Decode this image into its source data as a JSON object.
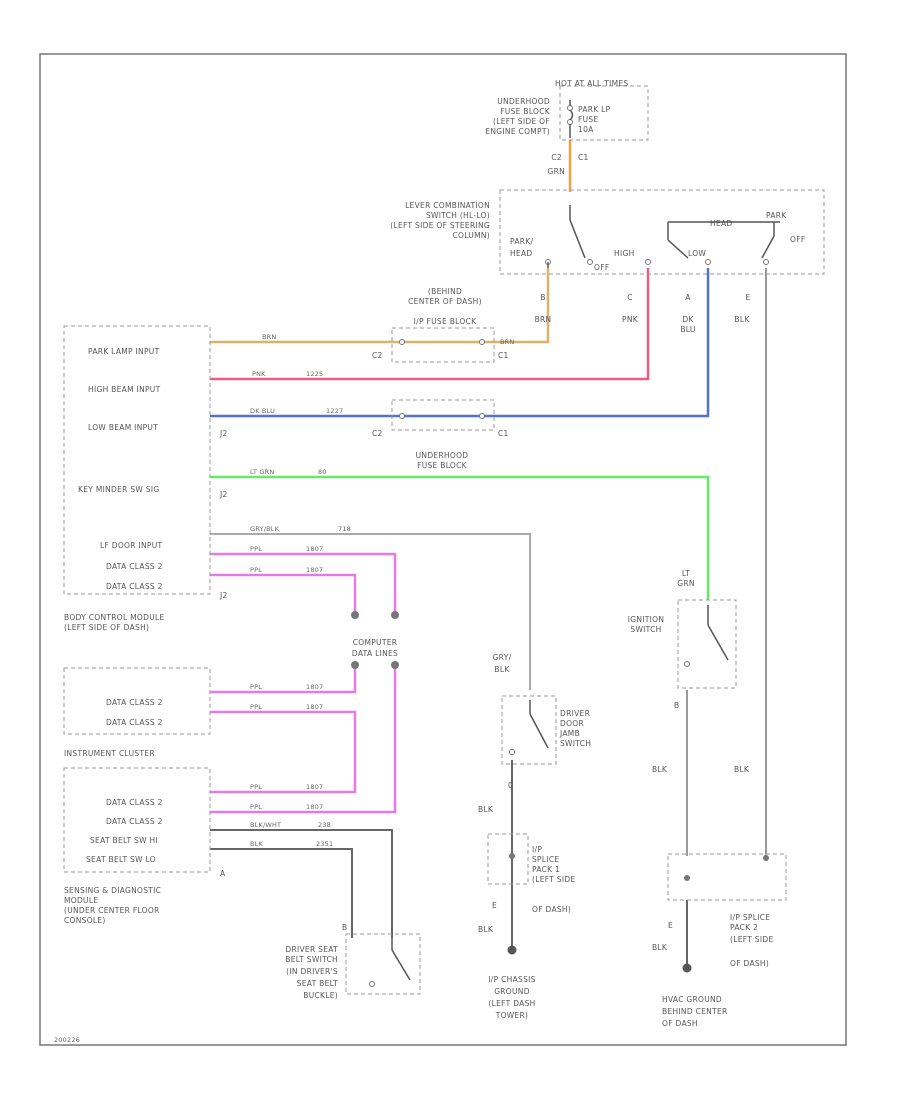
{
  "colors": {
    "tan": "#d9b36a",
    "pink": "#ec5a86",
    "blue": "#5570d8",
    "green": "#66ea66",
    "purple": "#e27ae8",
    "gray": "#9a9a9a",
    "orange": "#f0a040",
    "dark": "#666666"
  },
  "fuse": {
    "hot": "HOT AT ALL TIMES",
    "block": [
      "UNDERHOOD",
      "FUSE BLOCK",
      "(LEFT SIDE OF",
      "ENGINE COMPT)"
    ],
    "fuse_name": [
      "PARK LP",
      "FUSE",
      "10A"
    ],
    "c2": "C2",
    "grn": "GRN",
    "c1": "C1"
  },
  "lever": {
    "name": [
      "LEVER COMBINATION",
      "SWITCH (HL-LO)",
      "(LEFT SIDE OF STEERING",
      "COLUMN)"
    ],
    "park_head": [
      "PARK/",
      "HEAD"
    ],
    "off": "OFF",
    "high": "HIGH",
    "low": "LOW",
    "head": "HEAD",
    "park": "PARK",
    "off2": "OFF"
  },
  "pins": {
    "b": "B",
    "b_color": "BRN",
    "c": "C",
    "c_color": "PNK",
    "a": "A",
    "a_color": [
      "DK",
      "BLU"
    ],
    "e": "E",
    "e_color": "BLK"
  },
  "ip_fuse": {
    "name": [
      "(BEHIND",
      "CENTER OF DASH)",
      "I/P FUSE BLOCK"
    ],
    "c2": "C2",
    "c1": "C1",
    "brn": "BRN"
  },
  "bcm": {
    "park": "PARK LAMP INPUT",
    "high": "HIGH BEAM INPUT",
    "low": "LOW BEAM INPUT",
    "key": "KEY MINDER SW SIG",
    "lf": "LF DOOR INPUT",
    "dc2": "DATA CLASS 2",
    "dc2b": "DATA CLASS 2",
    "j2": "J2",
    "name": [
      "BODY CONTROL MODULE",
      "(LEFT SIDE OF DASH)"
    ],
    "w_park": "BRN",
    "w_high": "PNK",
    "w_high_n": "1225",
    "w_low": "DK BLU",
    "w_low_n": "1227",
    "w_key": "LT GRN",
    "w_key_n": "80",
    "w_lf": "GRY/BLK",
    "w_lf_n": "718",
    "w_ppl": "PPL",
    "w_ppl_n": "1807"
  },
  "underhood_block": [
    "UNDERHOOD",
    "FUSE BLOCK"
  ],
  "dlc": [
    "COMPUTER",
    "DATA LINES"
  ],
  "ic": {
    "dc2": "DATA CLASS 2",
    "dc2b": "DATA CLASS 2",
    "name": "INSTRUMENT CLUSTER"
  },
  "sdm": {
    "dc2": "DATA CLASS 2",
    "dc2b": "DATA CLASS 2",
    "sbh": "SEAT BELT SW HI",
    "sbl": "SEAT BELT SW LO",
    "name": [
      "SENSING & DIAGNOSTIC",
      "MODULE",
      "(UNDER CENTER FLOOR",
      "CONSOLE)"
    ],
    "w_hi": "BLK/WHT",
    "w_hi_n": "238",
    "w_lo": "BLK",
    "w_lo_n": "2351",
    "a": "A",
    "b": "B"
  },
  "seatbelt": [
    "DRIVER SEAT",
    "BELT SWITCH",
    "(IN DRIVER'S",
    "SEAT BELT",
    "BUCKLE)"
  ],
  "door": {
    "wire": [
      "GRY/",
      "BLK"
    ],
    "name": [
      "DRIVER",
      "DOOR",
      "JAMB",
      "SWITCH"
    ],
    "c": "C",
    "blk": "BLK"
  },
  "ip_splice1": {
    "name": [
      "I/P",
      "SPLICE",
      "PACK 1",
      "(LEFT SIDE",
      "OF DASH)"
    ],
    "e": "E",
    "blk": "BLK"
  },
  "ip_ground": [
    "I/P CHASSIS",
    "GROUND",
    "(LEFT DASH",
    "TOWER)"
  ],
  "ignition": {
    "wire": [
      "LT",
      "GRN"
    ],
    "name": [
      "IGNITION",
      "SWITCH"
    ],
    "b": "B",
    "blk": "BLK",
    "blk2": "BLK"
  },
  "ip_splice2": {
    "name": [
      "I/P SPLICE",
      "PACK 2",
      "(LEFT SIDE",
      "OF DASH)"
    ],
    "e": "E",
    "blk": "BLK"
  },
  "hvac_ground": [
    "HVAC GROUND",
    "BEHIND CENTER",
    "OF DASH"
  ],
  "footer": "200226"
}
